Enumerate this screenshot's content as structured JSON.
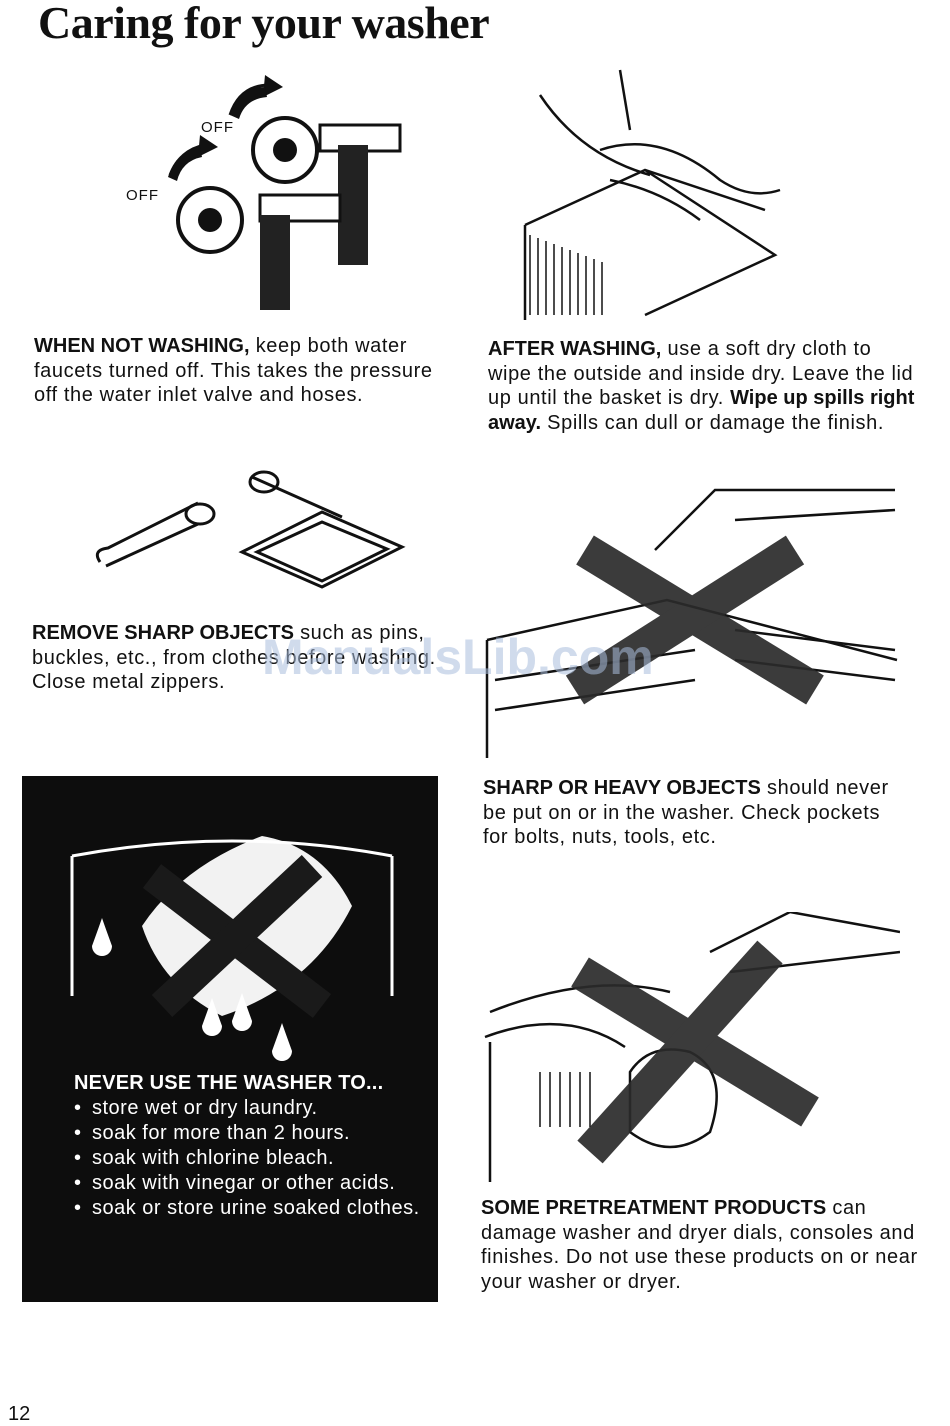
{
  "page": {
    "title": "Caring for your washer",
    "page_number": "12",
    "watermark": "ManualsLib.com"
  },
  "faucets": {
    "label_off_1": "OFF",
    "label_off_2": "OFF",
    "heading": "WHEN NOT WASHING,",
    "body": " keep both water faucets turned off. This takes the pressure off the water inlet valve and hoses."
  },
  "after_washing": {
    "heading": "AFTER WASHING,",
    "body1": " use a soft dry cloth to wipe the outside and inside dry. Leave the lid up until the basket is dry. ",
    "heading2": "Wipe up spills right away.",
    "body2": " Spills can dull or damage the finish."
  },
  "sharp_objects": {
    "heading": "REMOVE SHARP OBJECTS",
    "body": " such as pins, buckles, etc., from clothes before washing. Close metal zippers."
  },
  "heavy_objects": {
    "heading": "SHARP OR HEAVY OBJECTS",
    "body": " should never be put on or in the washer. Check pockets for bolts, nuts, tools, etc."
  },
  "never_use": {
    "heading": "NEVER USE THE WASHER TO...",
    "bullet": "•",
    "items": [
      "store wet or dry laundry.",
      "soak for more than 2 hours.",
      "soak with chlorine bleach.",
      "soak with vinegar or other acids.",
      "soak or store urine soaked clothes."
    ]
  },
  "pretreatment": {
    "heading": "SOME PRETREATMENT PRODUCTS",
    "body": " can damage washer and dryer dials, consoles and finishes. Do not use these products on or near your washer or dryer."
  }
}
